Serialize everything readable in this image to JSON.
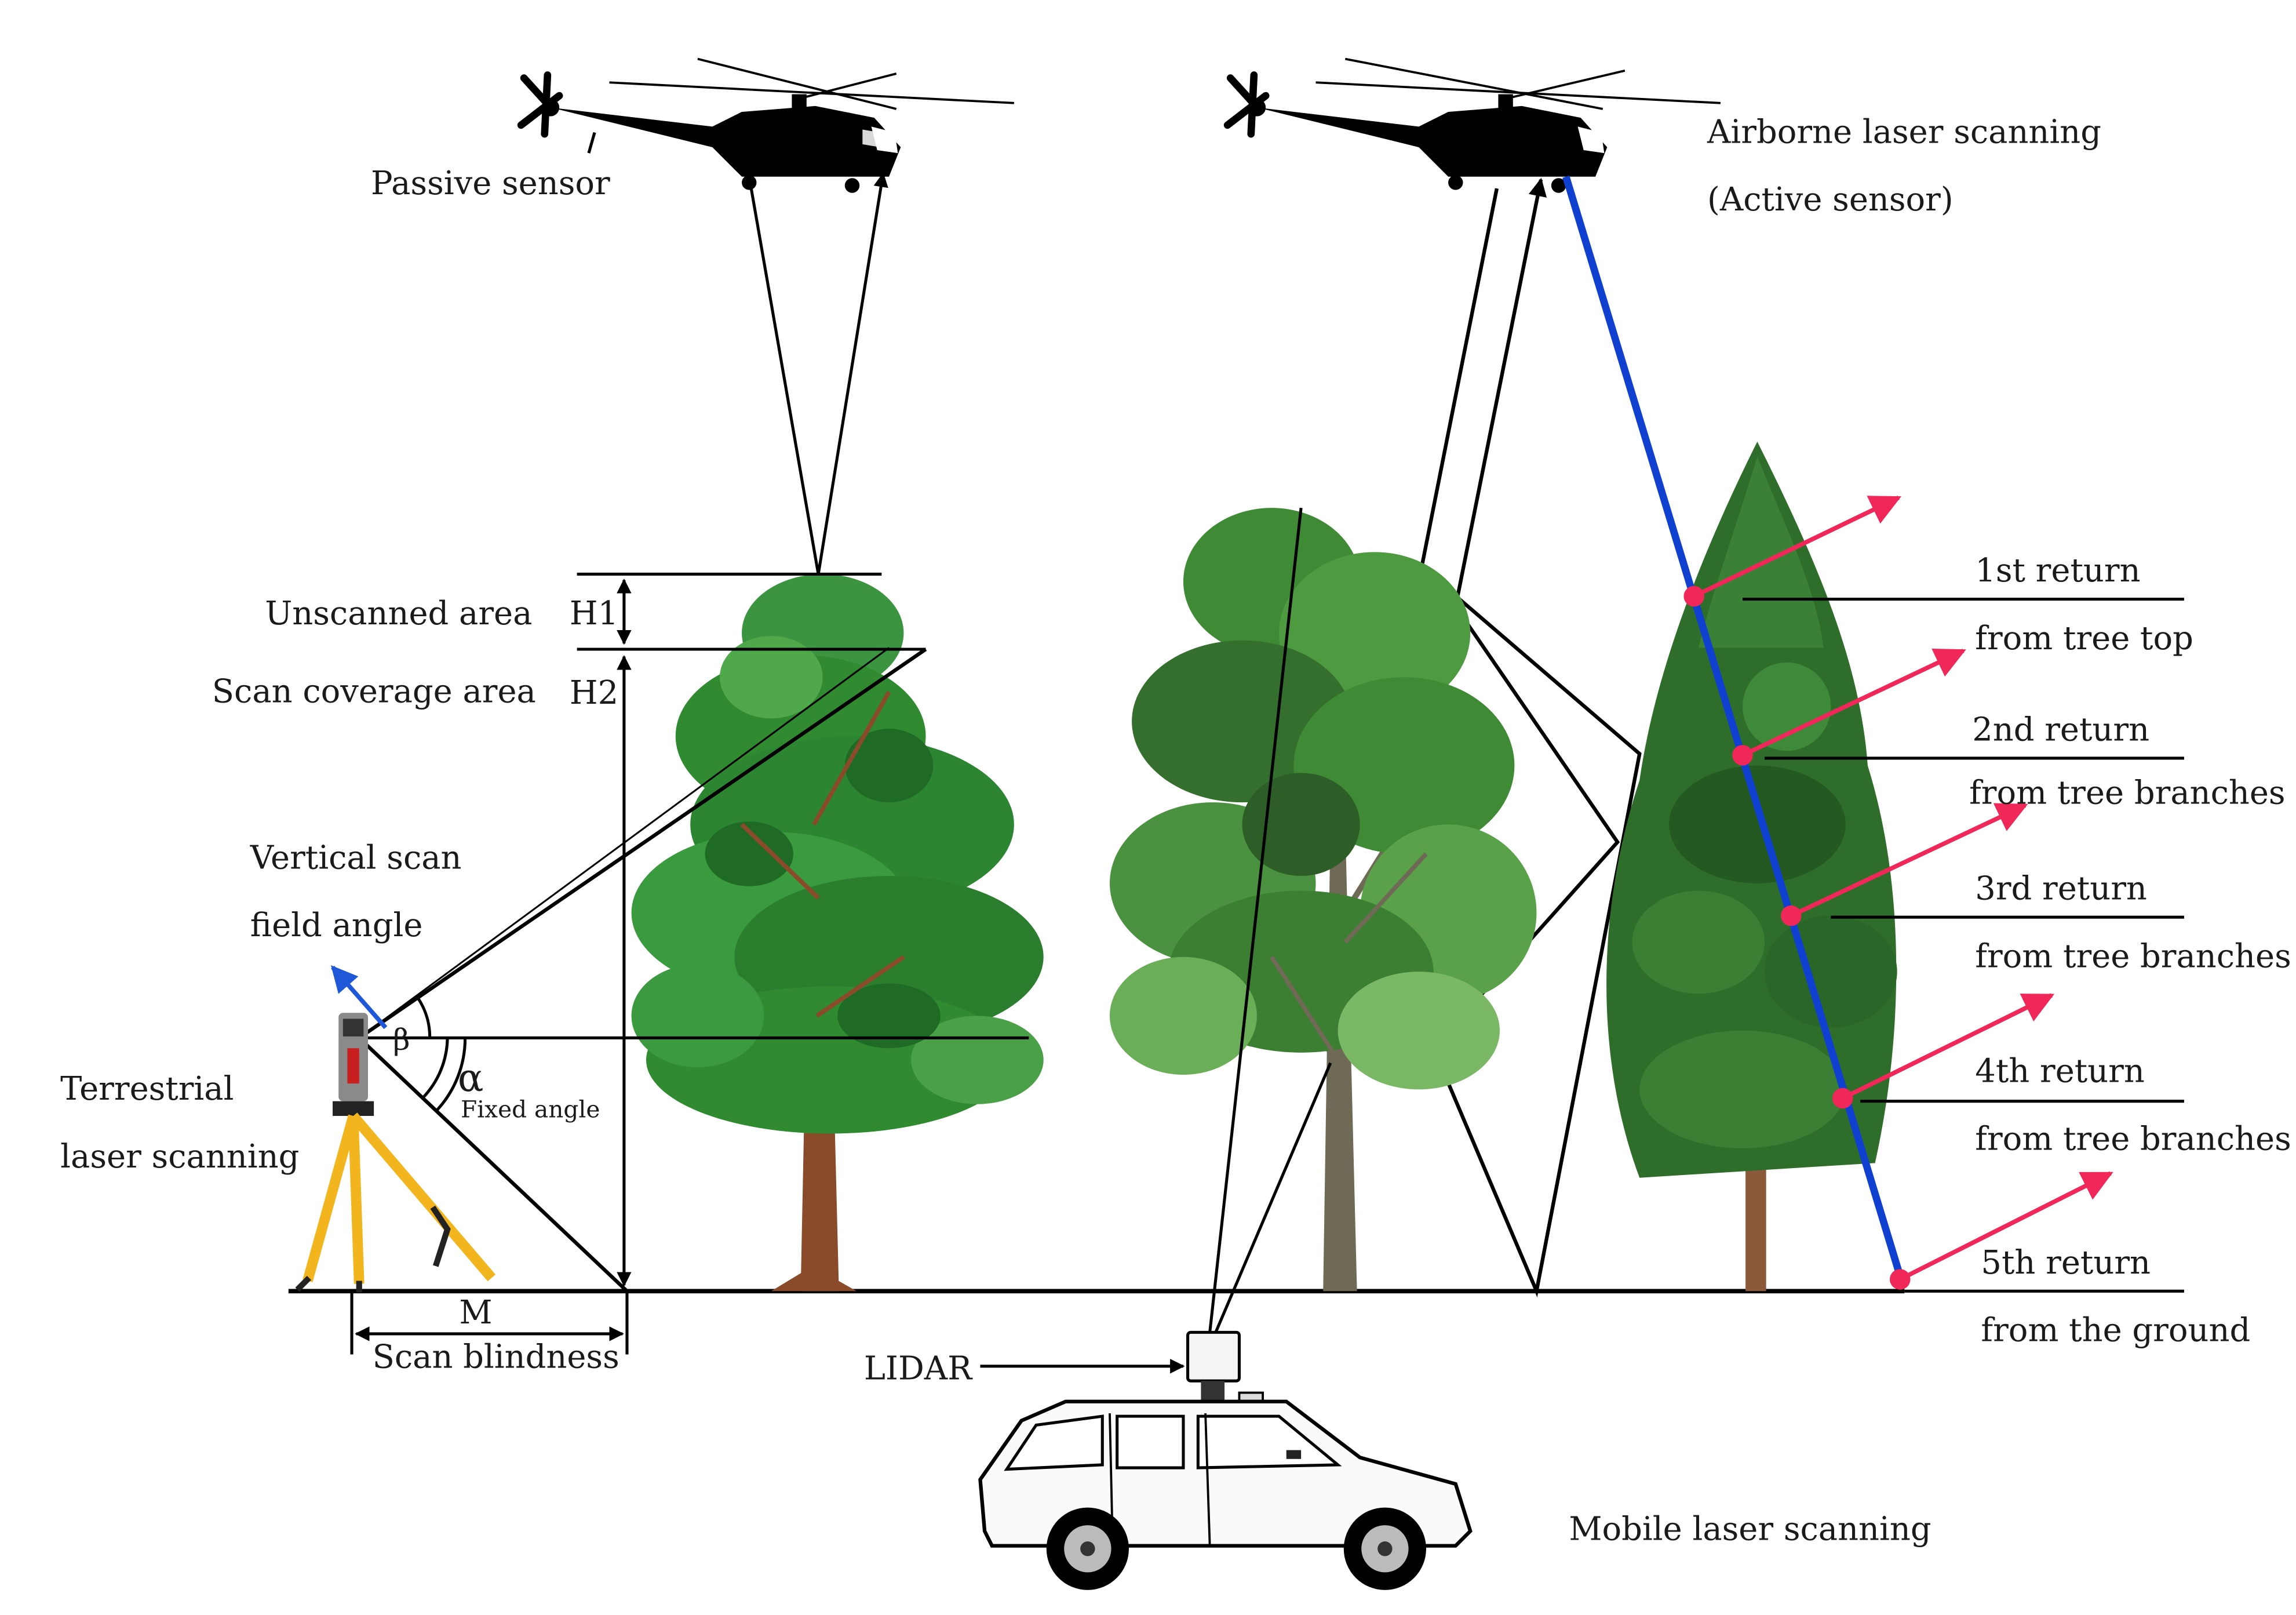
{
  "labels": {
    "passive_sensor": "Passive sensor",
    "airborne_title": "Airborne laser scanning",
    "airborne_subtitle": "(Active sensor)",
    "unscanned_area": "Unscanned area",
    "scan_coverage_area": "Scan coverage area",
    "h1": "H1",
    "h2": "H2",
    "vertical_scan_line1": "Vertical scan",
    "vertical_scan_line2": "field angle",
    "beta": "β",
    "alpha": "α",
    "fixed_angle": "Fixed angle",
    "terrestrial_line1": "Terrestrial",
    "terrestrial_line2": "laser scanning",
    "m": "M",
    "scan_blindness": "Scan blindness",
    "lidar": "LIDAR",
    "mobile": "Mobile laser scanning"
  },
  "returns": [
    {
      "title": "1st return",
      "subtitle": "from tree top"
    },
    {
      "title": "2nd return",
      "subtitle": "from tree branches"
    },
    {
      "title": "3rd return",
      "subtitle": "from tree branches"
    },
    {
      "title": "4th return",
      "subtitle": "from tree branches"
    },
    {
      "title": "5th return",
      "subtitle": "from the ground"
    }
  ],
  "colors": {
    "laser_beam": "#1040d0",
    "return_arrow": "#f0285a",
    "scan_arrow": "#1e58d8",
    "foliage": "#2f8a30",
    "foliage_dark": "#1f6a24",
    "foliage_light": "#4fa84a",
    "trunk": "#8a4b2a",
    "tripod": "#f2b51e",
    "ink": "#000000"
  }
}
